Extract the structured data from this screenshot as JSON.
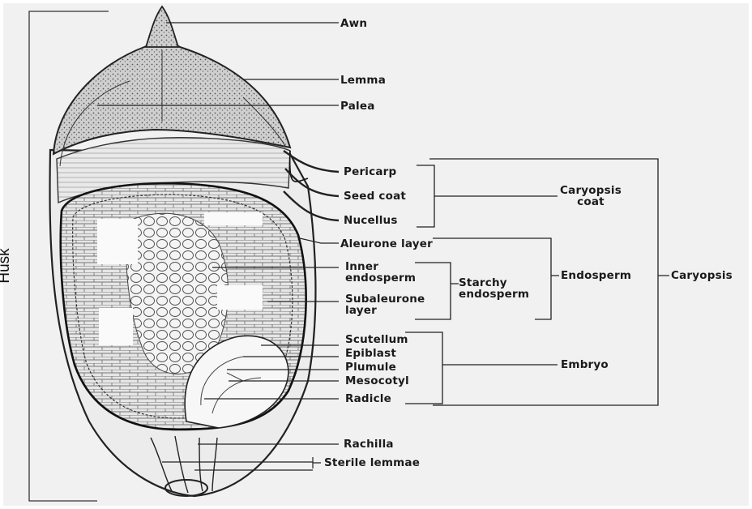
{
  "labels": {
    "awn": "Awn",
    "lemma": "Lemma",
    "palea": "Palea",
    "pericarp": "Pericarp",
    "seed_coat": "Seed coat",
    "nucellus": "Nucellus",
    "caryopsis_coat": "Caryopsis\ncoat",
    "aleurone_layer": "Aleurone layer",
    "inner_endosperm": "Inner\nendosperm",
    "starchy_endosperm": "Starchy\nendosperm",
    "subaleurone_layer": "Subaleurone\nlayer",
    "endosperm": "Endosperm",
    "caryopsis": "Caryopsis",
    "scutellum": "Scutellum",
    "epiblast": "Epiblast",
    "plumule": "Plumule",
    "mesocotyl": "Mesocotyl",
    "radicle": "Radicle",
    "embryo": "Embryo",
    "rachilla": "Rachilla",
    "sterile_lemmae": "Sterile lemmae",
    "husk": "Husk"
  },
  "colors": {
    "background": "#ffffff",
    "panel": "#f1f1f1",
    "ink": "#1a1a1a"
  }
}
